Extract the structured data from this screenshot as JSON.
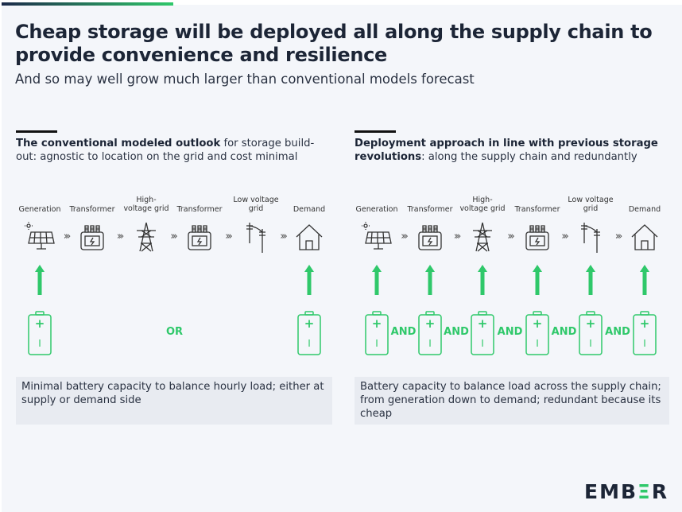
{
  "header": {
    "title": "Cheap storage will be deployed all along the supply chain to provide convenience and resilience",
    "subtitle": "And so may well grow much larger than conventional models forecast"
  },
  "left": {
    "heading_bold": "The conventional modeled outlook",
    "heading_rest": " for storage build-out: agnostic to location on the grid and cost minimal",
    "stages": [
      "Generation",
      "Transformer",
      "High-\nvoltage grid",
      "Transformer",
      "Low voltage\ngrid",
      "Demand"
    ],
    "battery_stages": [
      0,
      5
    ],
    "connector": "OR",
    "note": "Minimal battery capacity to balance hourly load; either at supply or demand side"
  },
  "right": {
    "heading_bold": "Deployment approach in line with previous storage revolutions",
    "heading_rest": ": along the supply chain and redundantly",
    "stages": [
      "Generation",
      "Transformer",
      "High-\nvoltage grid",
      "Transformer",
      "Low voltage\ngrid",
      "Demand"
    ],
    "battery_stages": [
      0,
      1,
      2,
      3,
      4,
      5
    ],
    "connector": "AND",
    "note": "Battery capacity to balance load across the supply chain; from generation down to demand; redundant because its cheap"
  },
  "battery_symbols": {
    "plus": "+",
    "minus": "I"
  },
  "icons": [
    "solar-panel-icon",
    "transformer-icon",
    "transmission-tower-icon",
    "transformer-icon",
    "utility-pole-icon",
    "house-icon"
  ],
  "colors": {
    "accent": "#2fc86a",
    "text": "#1c2536",
    "background": "#f4f6fa"
  },
  "logo": {
    "text_a": "EMB",
    "text_b": "Ξ",
    "text_c": "R",
    "full": "EMBER"
  }
}
